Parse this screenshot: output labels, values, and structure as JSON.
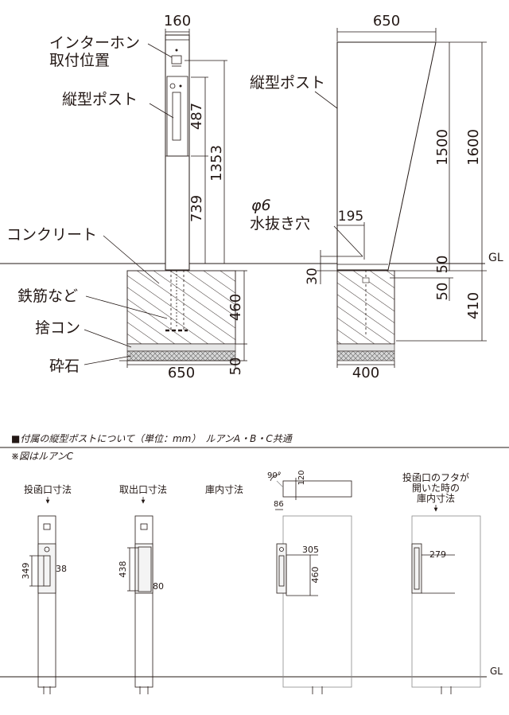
{
  "top": {
    "labels": {
      "intercom": [
        "インターホン",
        "取付位置"
      ],
      "post_left": "縦型ポスト",
      "post_right": "縦型ポスト",
      "concrete": "コンクリート",
      "rebar": "鉄筋など",
      "sutekon": "捨コン",
      "gravel": "砕石",
      "drain_1": "φ6",
      "drain_2": "水抜き穴",
      "gl": "GL"
    },
    "dims": {
      "width_top": "160",
      "d487": "487",
      "d1353": "1353",
      "d739": "739",
      "d460": "460",
      "d50_left": "50",
      "d650_bottom": "650",
      "d650_top": "650",
      "d1500": "1500",
      "d1600": "1600",
      "d195": "195",
      "d30": "30",
      "d50_a": "50",
      "d50_b": "50",
      "d410": "410",
      "d400": "400"
    }
  },
  "bottom": {
    "title": "■付属の縦型ポストについて（単位：mm）　ルアンA・B・C共通",
    "note": "※図はルアンC",
    "captions": {
      "insert": "投函口寸法",
      "takeout": "取出口寸法",
      "interior": "庫内寸法",
      "open_1": "投函口のフタが",
      "open_2": "開いた時の",
      "open_3": "庫内寸法"
    },
    "dims": {
      "d349": "349",
      "d38": "38",
      "d438": "438",
      "d80": "80",
      "angle": "90°",
      "d120": "120",
      "d86": "86",
      "d305": "305",
      "d460": "460",
      "d279": "279"
    },
    "gl": "GL"
  }
}
